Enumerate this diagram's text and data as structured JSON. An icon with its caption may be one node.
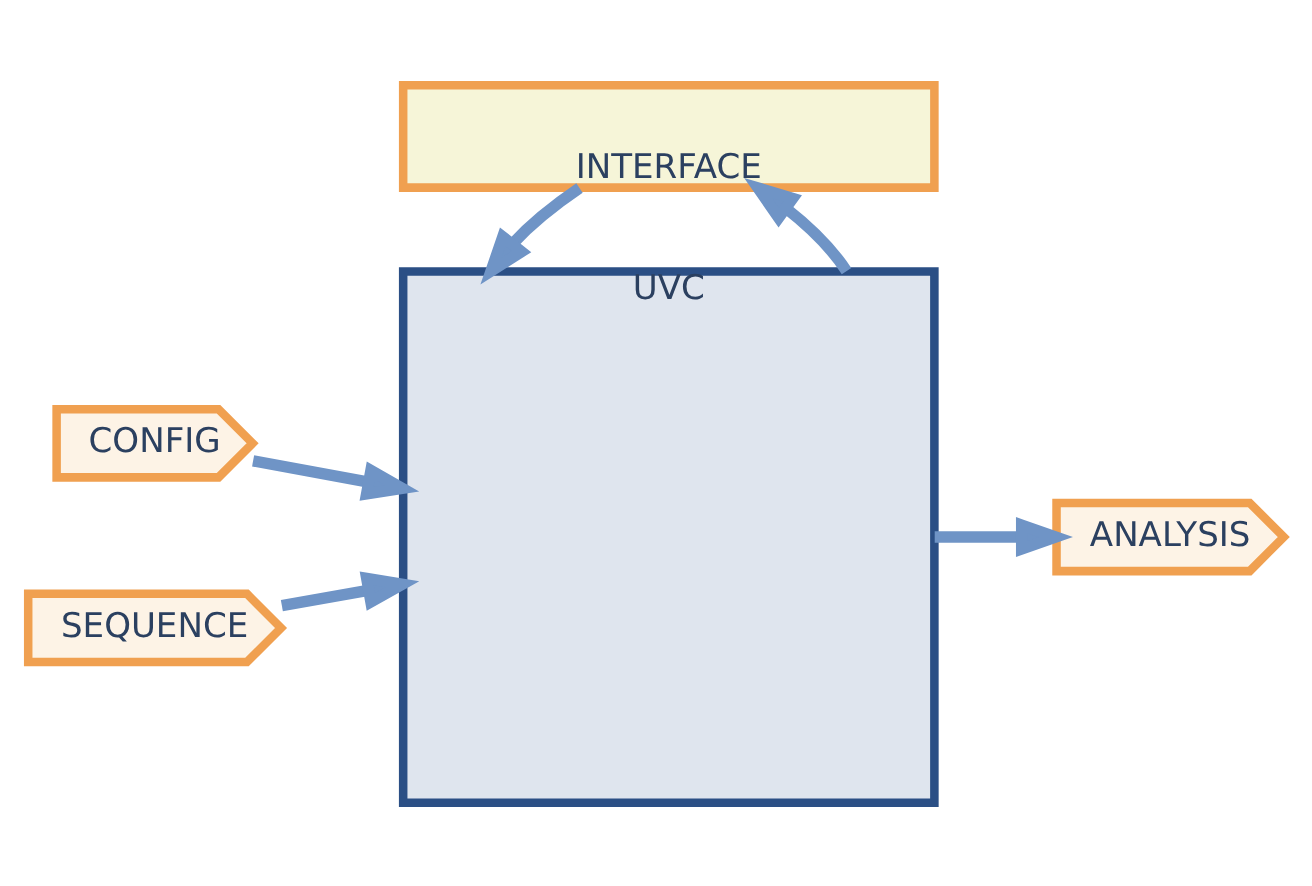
{
  "diagram": {
    "nodes": [
      {
        "text": [
          "UVC"
        ]
      },
      {
        "text": [
          "CONFIG"
        ]
      },
      {
        "text": [
          "SEQUENCE"
        ]
      },
      {
        "text": [
          "ANALYSIS"
        ]
      },
      {
        "text": [
          "INTERFACE"
        ]
      }
    ],
    "edges": [
      {
        "from": 1,
        "to": 0,
        "arrow": "to"
      },
      {
        "from": 2,
        "to": 0,
        "arrow": "to"
      },
      {
        "from": 0,
        "to": 3,
        "arrow": "to"
      },
      {
        "from": 0,
        "to": 4,
        "arrow": "to"
      },
      {
        "from": 4,
        "to": 0,
        "arrow": "to"
      }
    ]
  }
}
